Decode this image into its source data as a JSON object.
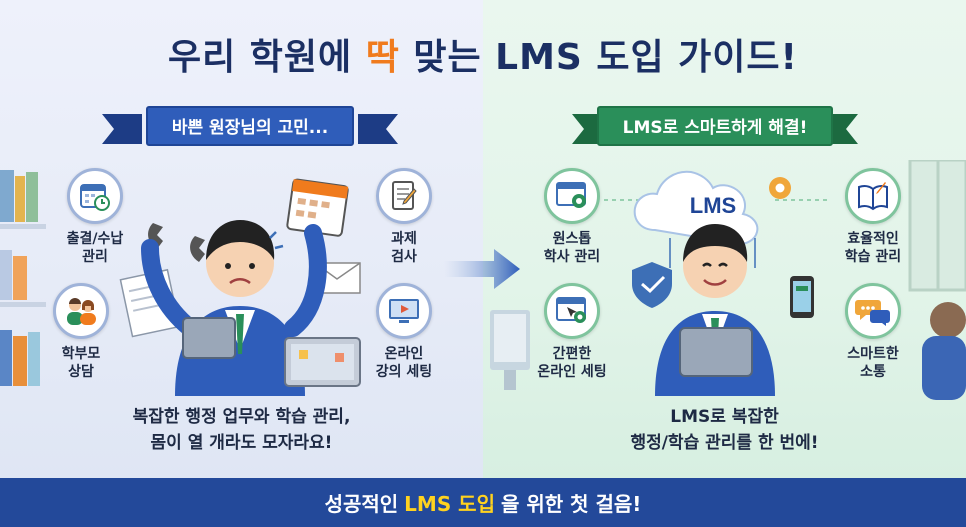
{
  "title": {
    "part1": "우리 학원에",
    "highlight": "딱",
    "part2": "맞는 LMS 도입 가이드!"
  },
  "left": {
    "ribbon": "바쁜 원장님의 고민...",
    "features": [
      {
        "line1": "출결/수납",
        "line2": "관리",
        "icon": "calendar-clock-icon"
      },
      {
        "line1": "학부모",
        "line2": "상담",
        "icon": "parents-icon"
      },
      {
        "line1": "과제",
        "line2": "검사",
        "icon": "homework-icon"
      },
      {
        "line1": "온라인",
        "line2": "강의 세팅",
        "icon": "video-lecture-icon"
      }
    ],
    "caption": {
      "line1": "복잡한 행정 업무와 학습 관리,",
      "line2": "몸이 열 개라도 모자라요!"
    }
  },
  "right": {
    "ribbon": "LMS로 스마트하게 해결!",
    "cloud_label": "LMS",
    "features": [
      {
        "line1": "원스톱",
        "line2": "학사 관리",
        "icon": "browser-gear-icon"
      },
      {
        "line1": "간편한",
        "line2": "온라인 세팅",
        "icon": "browser-cursor-icon"
      },
      {
        "line1": "효율적인",
        "line2": "학습 관리",
        "icon": "book-pen-icon"
      },
      {
        "line1": "스마트한",
        "line2": "소통",
        "icon": "chat-bubbles-icon"
      }
    ],
    "caption": {
      "line1": "LMS로 복잡한",
      "line2": "행정/학습 관리를 한 번에!"
    }
  },
  "bottom": {
    "part1": "성공적인",
    "highlight": "LMS 도입",
    "part2": "을 위한 첫 걸음!"
  },
  "colors": {
    "navy": "#1b2f63",
    "orange": "#f07b1d",
    "blue_ribbon": "#2f5dba",
    "green_ribbon": "#2a8f5a",
    "bottom_bar": "#23499a",
    "yellow": "#ffd21f"
  }
}
